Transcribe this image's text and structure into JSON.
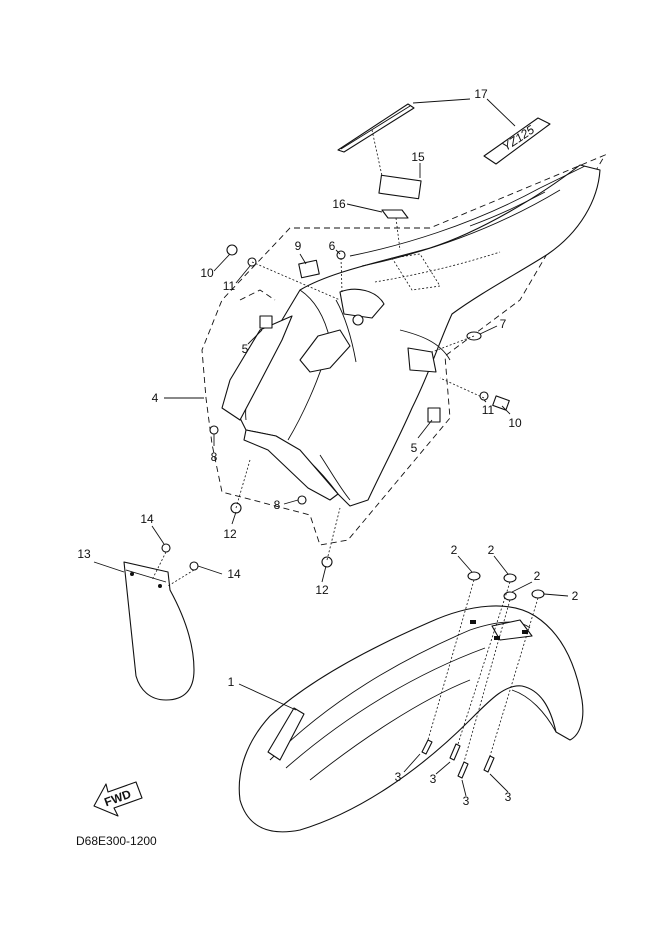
{
  "diagram_code": "D68E300-1200",
  "fwd_label": "FWD",
  "callouts": {
    "c1": "1",
    "c2a": "2",
    "c2b": "2",
    "c2c": "2",
    "c2d": "2",
    "c3a": "3",
    "c3b": "3",
    "c3c": "3",
    "c3d": "3",
    "c4": "4",
    "c5a": "5",
    "c5b": "5",
    "c6": "6",
    "c7": "7",
    "c8a": "8",
    "c8b": "8",
    "c9": "9",
    "c10a": "10",
    "c10b": "10",
    "c11a": "11",
    "c11b": "11",
    "c12a": "12",
    "c12b": "12",
    "c13": "13",
    "c14a": "14",
    "c14b": "14",
    "c15": "15",
    "c16": "16",
    "c17": "17"
  }
}
